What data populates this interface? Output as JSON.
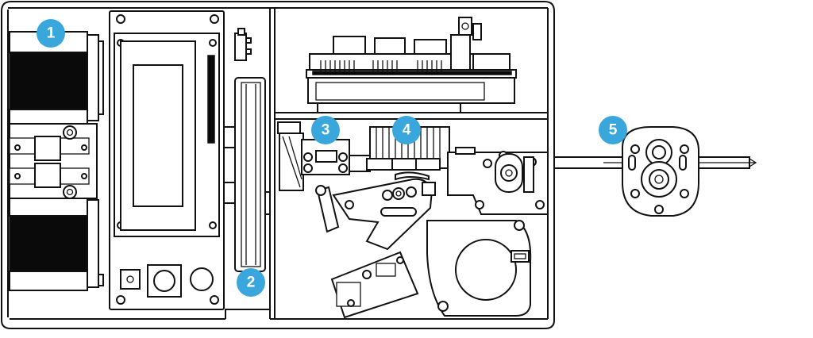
{
  "colors": {
    "stroke": "#111111",
    "fill": "#ffffff",
    "dark": "#0a0a0a",
    "badge": "#3aa7dc"
  },
  "callouts": [
    {
      "id": "1",
      "label": "1"
    },
    {
      "id": "2",
      "label": "2"
    },
    {
      "id": "3",
      "label": "3"
    },
    {
      "id": "4",
      "label": "4"
    },
    {
      "id": "5",
      "label": "5"
    }
  ]
}
